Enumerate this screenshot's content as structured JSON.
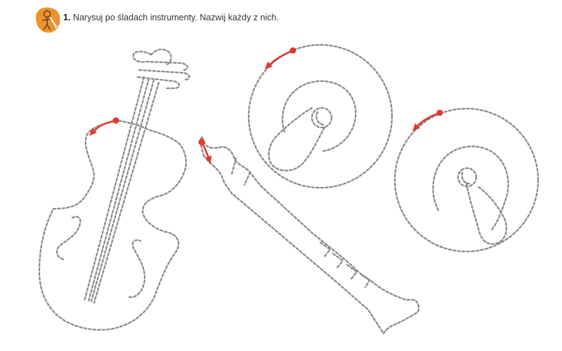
{
  "task": {
    "number": "1.",
    "instruction": "Narysuj po śladach instrumenty. Nazwij każdy z nich."
  },
  "icon": {
    "name": "pencil-child-icon",
    "color": "#f0922b"
  },
  "instruments": [
    "violin",
    "flute",
    "cymbal",
    "cymbal"
  ],
  "colors": {
    "trace": "#8a8a8a",
    "start_marker": "#e03a2e"
  }
}
